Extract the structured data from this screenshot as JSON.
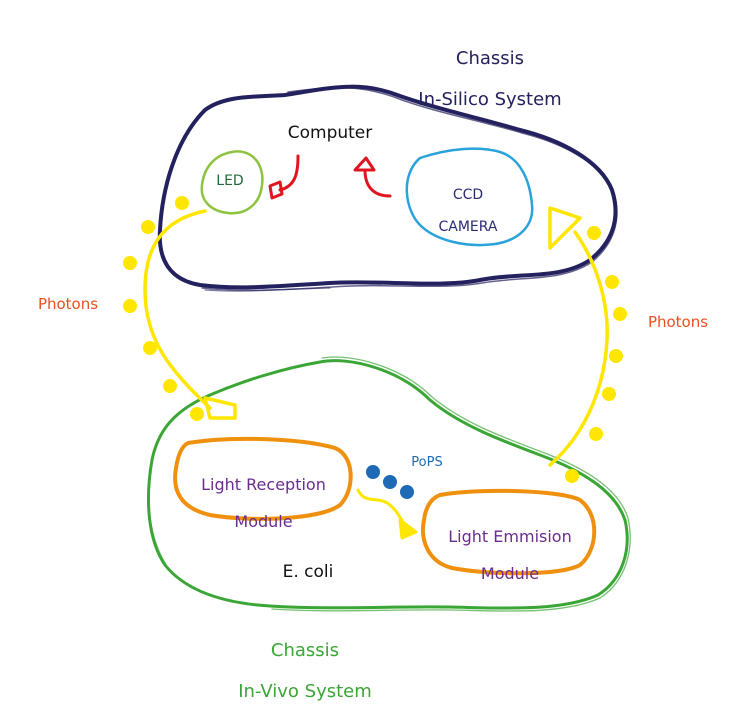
{
  "colors": {
    "in_silico": "#23215e",
    "in_vivo": "#3aa635",
    "led_outline": "#8dc33f",
    "led_text": "#1f6b3a",
    "camera_outline": "#2aa3dc",
    "camera_text": "#2b2a75",
    "computer_arrows": "#e0151f",
    "photons": "#ffe600",
    "photons_label": "#e8501d",
    "module_outline": "#f0900f",
    "module_text": "#6a2c8e",
    "pops": "#1e6ab7",
    "black": "#111111"
  },
  "in_silico_system": {
    "title_line1": "Chassis",
    "title_line2": "In-Silico System",
    "computer_label": "Computer",
    "led_label": "LED",
    "camera_line1": "CCD",
    "camera_line2": "CAMERA"
  },
  "in_vivo_system": {
    "title_line1": "Chassis",
    "title_line2": "In-Vivo System",
    "organism_label": "E. coli",
    "reception_module_line1": "Light Reception",
    "reception_module_line2": "Module",
    "emission_module_line1": "Light Emmision",
    "emission_module_line2": "Module",
    "pops_label": "PoPS"
  },
  "photons": {
    "left_label": "Photons",
    "right_label": "Photons"
  }
}
